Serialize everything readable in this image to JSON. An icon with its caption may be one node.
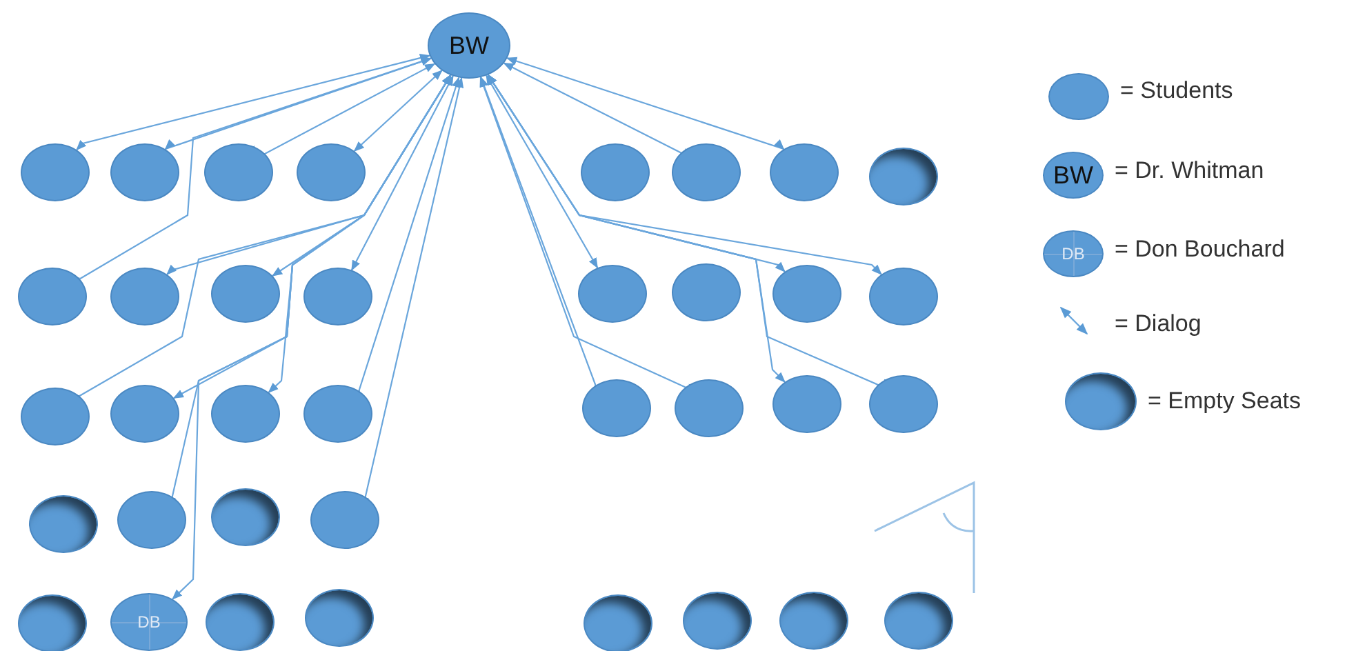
{
  "diagram": {
    "nodes": [
      {
        "text": [
          "BW"
        ]
      },
      {
        "text": [],
        "shape": "circle"
      },
      {
        "text": [],
        "shape": "circle"
      },
      {
        "text": [],
        "shape": "circle"
      },
      {
        "text": [],
        "shape": "circle"
      },
      {
        "text": [],
        "shape": "circle"
      },
      {
        "text": [],
        "shape": "circle"
      },
      {
        "text": [],
        "shape": "circle"
      },
      {
        "text": [],
        "shape": "hole"
      },
      {
        "text": [],
        "shape": "circle"
      },
      {
        "text": [],
        "shape": "circle"
      },
      {
        "text": [],
        "shape": "circle"
      },
      {
        "text": [],
        "shape": "circle"
      },
      {
        "text": [],
        "shape": "circle"
      },
      {
        "text": [],
        "shape": "circle"
      },
      {
        "text": [],
        "shape": "circle"
      },
      {
        "text": [],
        "shape": "circle"
      },
      {
        "text": [],
        "shape": "circle"
      },
      {
        "text": [],
        "shape": "circle"
      },
      {
        "text": [],
        "shape": "circle"
      },
      {
        "text": [],
        "shape": "circle"
      },
      {
        "text": [],
        "shape": "circle"
      },
      {
        "text": [],
        "shape": "circle"
      },
      {
        "text": [],
        "shape": "circle"
      },
      {
        "text": [],
        "shape": "circle"
      },
      {
        "text": [],
        "shape": "hole"
      },
      {
        "text": [],
        "shape": "circle"
      },
      {
        "text": [],
        "shape": "hole"
      },
      {
        "text": [],
        "shape": "circle"
      },
      {
        "text": [],
        "shape": "hole"
      },
      {
        "text": [
          "DB"
        ]
      },
      {
        "text": [],
        "shape": "hole"
      },
      {
        "text": [],
        "shape": "hole"
      },
      {
        "text": [],
        "shape": "hole"
      },
      {
        "text": [],
        "shape": "hole"
      },
      {
        "text": [],
        "shape": "hole"
      },
      {
        "text": [],
        "shape": "hole"
      }
    ],
    "edges": [
      {
        "from": 0,
        "to": 1,
        "arrow": "both"
      },
      {
        "from": 0,
        "to": 2,
        "arrow": "both"
      },
      {
        "from": 0,
        "to": 3,
        "arrow": "both"
      },
      {
        "from": 0,
        "to": 4,
        "arrow": "both"
      },
      {
        "from": 0,
        "to": 9,
        "arrow": "both"
      },
      {
        "from": 0,
        "to": 10,
        "arrow": "both"
      },
      {
        "from": 0,
        "to": 11,
        "arrow": "both"
      },
      {
        "from": 0,
        "to": 12,
        "arrow": "both"
      },
      {
        "from": 0,
        "to": 17,
        "arrow": "both"
      },
      {
        "from": 0,
        "to": 18,
        "arrow": "both"
      },
      {
        "from": 0,
        "to": 19,
        "arrow": "both"
      },
      {
        "from": 0,
        "to": 20,
        "arrow": "both"
      },
      {
        "from": 0,
        "to": 26,
        "arrow": "both"
      },
      {
        "from": 0,
        "to": 28,
        "arrow": "both"
      },
      {
        "from": 0,
        "to": 30,
        "arrow": "both"
      },
      {
        "from": 0,
        "to": 6,
        "arrow": "both"
      },
      {
        "from": 0,
        "to": 7,
        "arrow": "both"
      },
      {
        "from": 0,
        "to": 13,
        "arrow": "both"
      },
      {
        "from": 0,
        "to": 15,
        "arrow": "both"
      },
      {
        "from": 0,
        "to": 16,
        "arrow": "both"
      },
      {
        "from": 0,
        "to": 21,
        "arrow": "both"
      },
      {
        "from": 0,
        "to": 22,
        "arrow": "both"
      },
      {
        "from": 0,
        "to": 23,
        "arrow": "both"
      },
      {
        "from": 0,
        "to": 24,
        "arrow": "both"
      }
    ],
    "labels": [
      "BW",
      "DB"
    ],
    "legend": [
      {
        "text": "=  Students"
      },
      {
        "text": "=  Dr. Whitman"
      },
      {
        "text": "=  Don Bouchard"
      },
      {
        "text": "=  Dialog"
      },
      {
        "text": "= Empty Seats"
      }
    ]
  }
}
